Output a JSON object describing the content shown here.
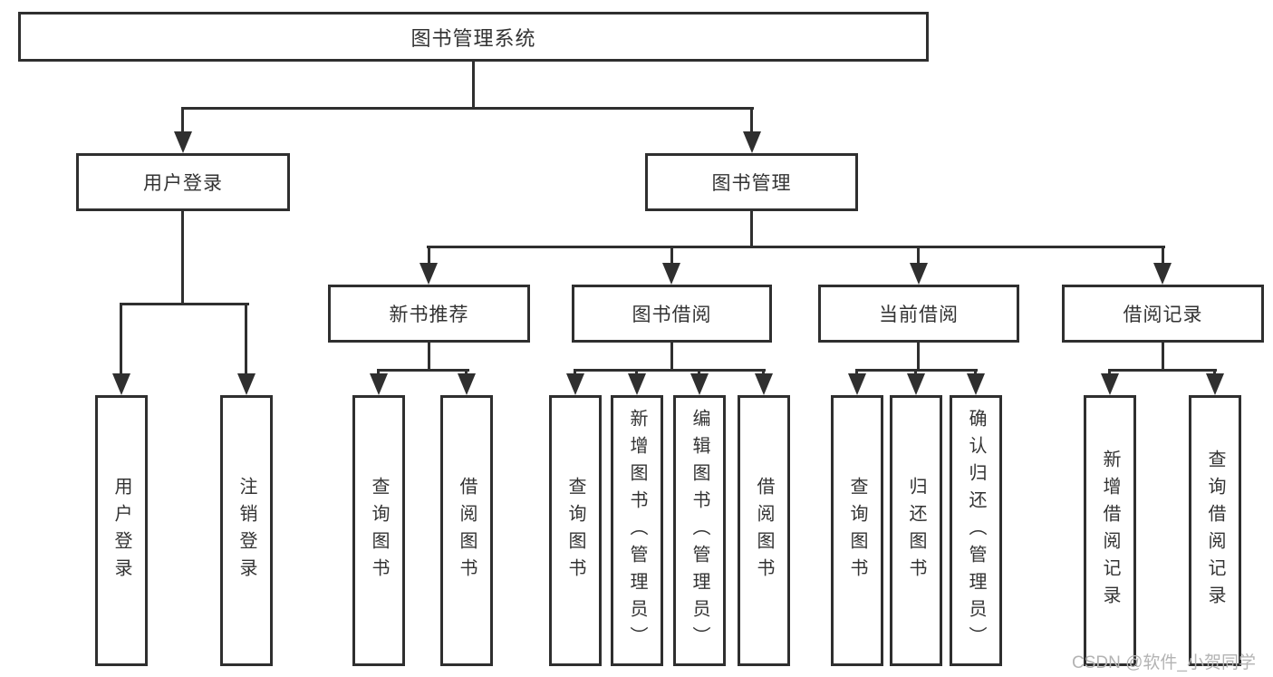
{
  "colors": {
    "line": "#2f2f2f",
    "text": "#333333",
    "box_background": "#ffffff",
    "page_background": "#ffffff",
    "watermark": "#b3b3b3"
  },
  "tree": {
    "root": {
      "label": "图书管理系统"
    },
    "branches": [
      {
        "label": "用户登录",
        "children": [
          {
            "label": "用户登录"
          },
          {
            "label": "注销登录"
          }
        ]
      },
      {
        "label": "图书管理",
        "children": [
          {
            "label": "新书推荐",
            "children": [
              {
                "label": "查询图书"
              },
              {
                "label": "借阅图书"
              }
            ]
          },
          {
            "label": "图书借阅",
            "children": [
              {
                "label": "查询图书"
              },
              {
                "label": "新增图书（管理员）"
              },
              {
                "label": "编辑图书（管理员）"
              },
              {
                "label": "借阅图书"
              }
            ]
          },
          {
            "label": "当前借阅",
            "children": [
              {
                "label": "查询图书"
              },
              {
                "label": "归还图书"
              },
              {
                "label": "确认归还（管理员）"
              }
            ]
          },
          {
            "label": "借阅记录",
            "children": [
              {
                "label": "新增借阅记录"
              },
              {
                "label": "查询借阅记录"
              }
            ]
          }
        ]
      }
    ]
  },
  "watermark": {
    "text": "CSDN @软件_小贺同学"
  }
}
